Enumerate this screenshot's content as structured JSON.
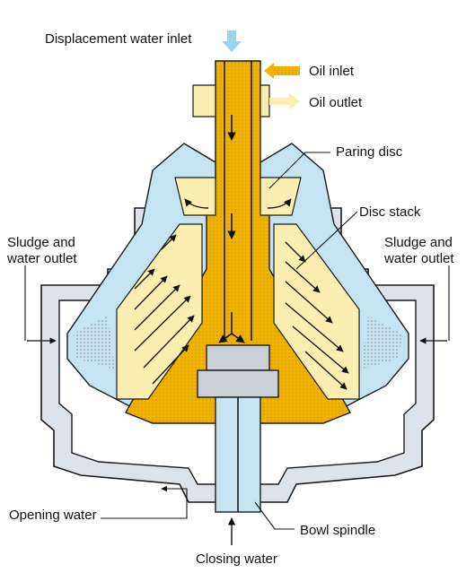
{
  "labels": {
    "displacement_water_inlet": "Displacement water inlet",
    "oil_inlet": "Oil inlet",
    "oil_outlet": "Oil outlet",
    "paring_disc": "Paring disc",
    "disc_stack": "Disc stack",
    "sludge_left_line1": "Sludge and",
    "sludge_left_line2": "water outlet",
    "sludge_right_line1": "Sludge and",
    "sludge_right_line2": "water outlet",
    "opening_water": "Opening water",
    "bowl_spindle": "Bowl spindle",
    "closing_water": "Closing water"
  },
  "colors": {
    "oil": "#f0b400",
    "oil_light": "#fbeeb0",
    "water": "#c6e3f2",
    "housing": "#dde3ea",
    "metal": "#c9d0d8",
    "outline": "#1a1a1a"
  },
  "icons": {
    "oil_inlet_arrow": "dotted-arrow-left-icon",
    "oil_outlet_arrow": "arrow-right-icon",
    "displacement_arrow": "arrow-down-icon",
    "closing_water_arrow": "arrow-up-icon"
  }
}
